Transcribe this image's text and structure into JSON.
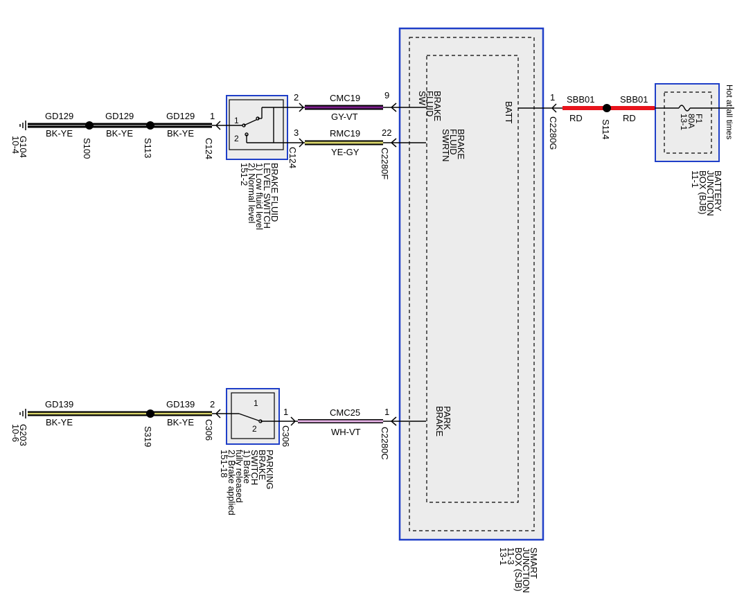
{
  "wires": {
    "gd129_a": "GD129",
    "bkye_a": "BK-YE",
    "gd129_b": "GD129",
    "bkye_b": "BK-YE",
    "gd129_c": "GD129",
    "bkye_c": "BK-YE",
    "cmc19": "CMC19",
    "gyvt": "GY-VT",
    "rmc19": "RMC19",
    "yegy": "YE-GY",
    "sbb01_a": "SBB01",
    "rd_a": "RD",
    "sbb01_b": "SBB01",
    "rd_b": "RD",
    "gd139_a": "GD139",
    "bkye_d": "BK-YE",
    "gd139_b": "GD139",
    "bkye_e": "BK-YE",
    "cmc25": "CMC25",
    "whvt": "WH-VT"
  },
  "grounds": {
    "g104": "G104",
    "g104_ref": "10-4",
    "g203": "G203",
    "g203_ref": "10-6"
  },
  "splices": {
    "s100": "S100",
    "s113": "S113",
    "s114": "S114",
    "s319": "S319"
  },
  "connectors": {
    "c124_a": "C124",
    "c124_b": "C124",
    "c2280f": "C2280F",
    "c2280g": "C2280G",
    "c306_a": "C306",
    "c306_b": "C306",
    "c2280c": "C2280C"
  },
  "pins": {
    "p_c124_1": "1",
    "p_sw_1": "1",
    "p_sw_2": "2",
    "p_c124_2": "2",
    "p_c124_3": "3",
    "p_9": "9",
    "p_22": "22",
    "p_batt_1": "1",
    "p_c306_2": "2",
    "p_psw_1": "1",
    "p_psw_2": "2",
    "p_c306_1": "1",
    "p_c2280c_1": "1"
  },
  "components": {
    "brake_fluid_switch": [
      "BRAKE FLUID",
      "LEVEL SWITCH",
      "1) Low fluid level",
      "2) Normal level",
      "151-2"
    ],
    "parking_brake_switch": [
      "PARKING",
      "BRAKE",
      "SWITCH",
      "1) Brake",
      "fully released",
      "2) Brake applied",
      "151-18"
    ],
    "bjb": [
      "BATTERY",
      "JUNCTION",
      "BOX (BJB)",
      "11-1"
    ],
    "sjb": [
      "SMART",
      "JUNCTION",
      "BOX (SJB)",
      "11-3",
      "13-1"
    ],
    "fuse": [
      "F1",
      "80A",
      "13-1"
    ],
    "hot": "Hot at all times"
  },
  "sjb_pins": {
    "brake_fluid_sw": [
      "BRAKE",
      "FLUID",
      "SW"
    ],
    "brake_fluid_swrtn": [
      "BRAKE",
      "FLUID",
      "SWRTN"
    ],
    "batt": "BATT",
    "park_brake": [
      "PARK",
      "BRAKE"
    ]
  },
  "colors": {
    "box_border": "#1f3fc8",
    "box_fill": "#ececec",
    "red_wire": "#e8141c",
    "violet": "#7a1f8a",
    "yellow": "#d8d46a",
    "pink": "#e8b4e8"
  }
}
